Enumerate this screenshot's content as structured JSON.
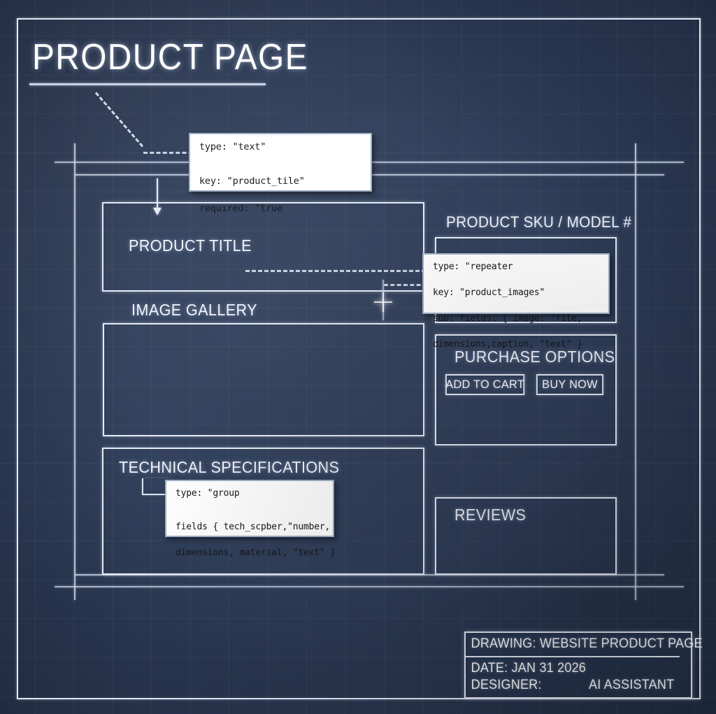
{
  "sheet": {
    "title": "PRODUCT PAGE",
    "background_color": "#2e3d59",
    "ink_color": "#e6ecf6"
  },
  "sections": {
    "product_title": {
      "label": "PRODUCT TITLE"
    },
    "image_gallery": {
      "label": "IMAGE GALLERY"
    },
    "technical_specifications": {
      "label": "TECHNICAL SPECIFICATIONS"
    },
    "product_sku": {
      "label": "PRODUCT SKU / MODEL #"
    },
    "purchase_options": {
      "label": "PURCHASE OPTIONS",
      "buttons": [
        {
          "label": "ADD TO CART"
        },
        {
          "label": "BUY NOW"
        }
      ]
    },
    "reviews": {
      "label": "REVIEWS"
    }
  },
  "annotations": [
    {
      "id": "product-title-annotation",
      "lines": [
        "type: \"text\"",
        "",
        "key: \"product_tile\"",
        "requıred: \"true"
      ]
    },
    {
      "id": "image-gallery-annotation",
      "lines": [
        "type: \"repeater",
        "key: \"product_images\"",
        "sub: fields: { image: \"file,",
        "dimensions,caption, \"text\" }"
      ]
    },
    {
      "id": "technical-specifications-annotation",
      "lines": [
        "type: \"group",
        "",
        "fields { tech_scpber,\"number,",
        "dimensions, material, \"text\" }"
      ]
    }
  ],
  "title_block": {
    "drawing_label": "DRAWING: WEBSITE PRODUCT PAGE",
    "date_label": "DATE: JAN 31 2026",
    "designer_label": "DESIGNER:",
    "designer_name": "AI ASSISTANT"
  }
}
